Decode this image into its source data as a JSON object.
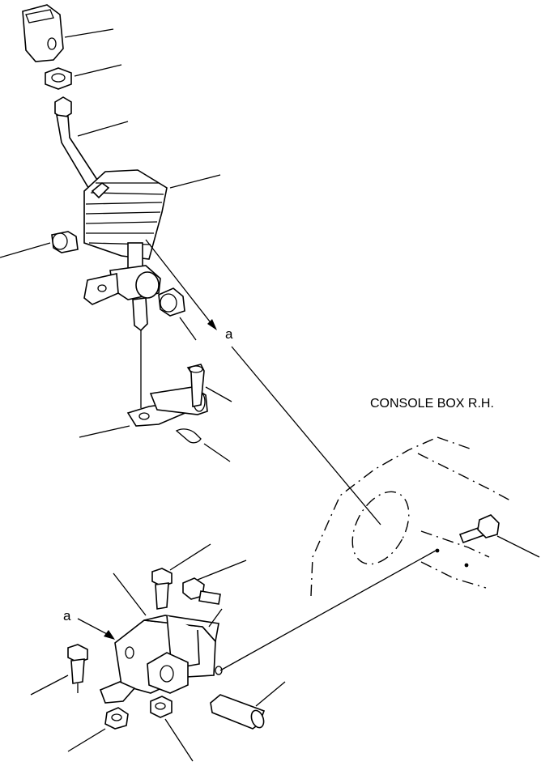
{
  "labels": {
    "console_box": "CONSOLE BOX R.H.",
    "ref_a_upper": "a",
    "ref_a_lower": "a"
  }
}
